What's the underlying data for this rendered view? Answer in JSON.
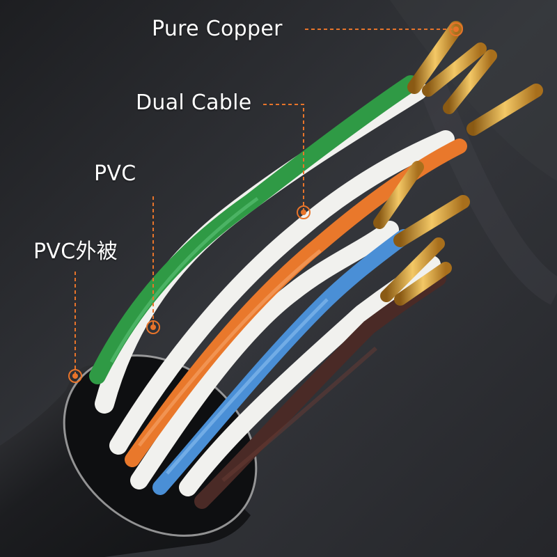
{
  "callouts": [
    {
      "id": "pure-copper",
      "text": "Pure Copper"
    },
    {
      "id": "dual-cable",
      "text": "Dual Cable"
    },
    {
      "id": "pvc",
      "text": "PVC"
    },
    {
      "id": "pvc-jacket",
      "text": "PVC外被"
    }
  ],
  "colors": {
    "background": "#2a2b2f",
    "jacket": "#1e1f22",
    "callout": "#e8742a",
    "text": "#ffffff",
    "copper": "#d9a43b",
    "green": "#2f9a45",
    "orange": "#e9782b",
    "blue": "#4a8fd6",
    "brown": "#4a2a26",
    "white_stripe": "#f1f1ee"
  },
  "subject": {
    "pairs": [
      "green",
      "orange",
      "blue",
      "brown"
    ]
  }
}
